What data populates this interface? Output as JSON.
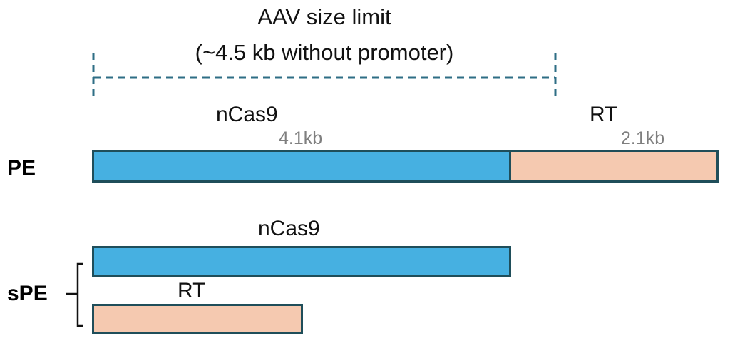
{
  "header": {
    "title_line1": "AAV size limit",
    "title_line2": "(~4.5 kb without promoter)"
  },
  "pe": {
    "row_label": "PE",
    "segments": [
      {
        "label": "nCas9",
        "size": "4.1kb",
        "color": "#46b0e1"
      },
      {
        "label": "RT",
        "size": "2.1kb",
        "color": "#f5c9b0"
      }
    ]
  },
  "spe": {
    "row_label": "sPE",
    "segments": [
      {
        "label": "nCas9",
        "color": "#46b0e1"
      },
      {
        "label": "RT",
        "color": "#f5c9b0"
      }
    ]
  },
  "colors": {
    "outline": "#1f4e5a",
    "limit_line": "#2e6e85",
    "ncas9": "#46b0e1",
    "rt": "#f5c9b0",
    "size_text": "#7f7f7f"
  }
}
